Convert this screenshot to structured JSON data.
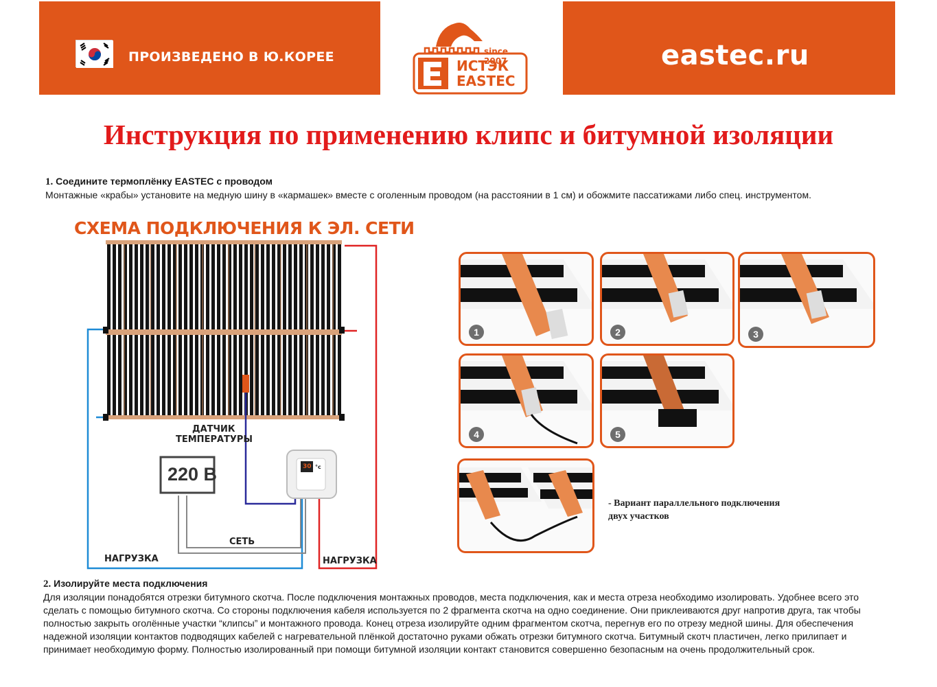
{
  "header": {
    "made_in": "ПРОИЗВЕДЕНО В Ю.КОРЕЕ",
    "site": "eastec.ru",
    "logo_since": "since 2007",
    "logo_ru": "ИСТЭК",
    "logo_en": "EASTEC",
    "logo_letter": "E"
  },
  "title": "Инструкция по применению клипс и битумной изоляции",
  "step1": {
    "number": "1.",
    "heading": "Соедините термоплёнку EASTEC  с проводом",
    "text": "Монтажные «крабы» установите на медную шину в «кармашек» вместе с оголенным проводом (на расстоянии в 1 см) и обожмите пассатижами либо спец. инструментом."
  },
  "diagram": {
    "title": "СХЕМА ПОДКЛЮЧЕНИЯ К ЭЛ. СЕТИ",
    "sensor_line1": "ДАТЧИК",
    "sensor_line2": "ТЕМПЕРАТУРЫ",
    "voltage": "220 В",
    "network": "СЕТЬ",
    "load_left": "НАГРУЗКА",
    "load_right": "НАГРУЗКА",
    "thermostat_display": "30",
    "thermostat_unit": "°c"
  },
  "panels": [
    {
      "number": "1"
    },
    {
      "number": "2"
    },
    {
      "number": "3"
    },
    {
      "number": "4"
    },
    {
      "number": "5"
    },
    {
      "number": ""
    }
  ],
  "parallel_note": {
    "line1": "- Вариант параллельного подключения",
    "line2": "двух участков"
  },
  "step2": {
    "number": "2.",
    "heading": "Изолируйте места подключения",
    "text": "Для изоляции понадобятся отрезки битумного скотча. После подключения монтажных проводов, места подключения, как и места отреза необходимо изолировать. Удобнее всего это сделать с помощью битумного скотча. Со стороны подключения кабеля используется по 2 фрагмента скотча на одно соединение. Они приклеиваются друг напротив друга, так чтобы полностью закрыть оголённые участки “клипсы” и монтажного провода. Конец отреза изолируйте одним фрагментом скотча, перегнув его по отрезу медной шины. Для обеспечения надежной изоляции контактов подводящих кабелей с нагревательной плёнкой достаточно руками обжать отрезки битумного скотча. Битумный скотч пластичен, легко прилипает и принимает необходимую форму. Полностью изолированный при помощи битумной изоляции контакт становится совершенно безопасным на очень продолжительный срок."
  },
  "colors": {
    "brand_orange": "#e0561a",
    "title_red": "#e21b1b",
    "wire_blue": "#1e8bd6",
    "wire_red": "#e02424",
    "wire_navy": "#2a2a9a"
  }
}
